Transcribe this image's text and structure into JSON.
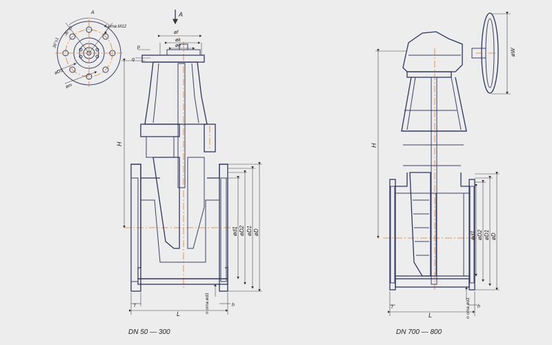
{
  "views": {
    "small": {
      "caption": "DN 50 — 300"
    },
    "large": {
      "caption": "DN 700 — 800"
    }
  },
  "labels": {
    "view_arrow": "A",
    "flange_view_letter": "A",
    "holes_note": "4 отв.М12",
    "angle1": "36°±1",
    "angle2": "36°±1",
    "od3": "øD3",
    "om": "øm",
    "of": "øf",
    "ok": "øk",
    "oe": "øe",
    "p": "p",
    "q": "q",
    "H": "H",
    "od1": "ød1",
    "od2": "øD2",
    "oD1": "øD1",
    "oD": "øD",
    "n_holes": "n отв.ød1",
    "h": "h",
    "T": "T",
    "L": "L",
    "oW": "øW"
  },
  "colors": {
    "line": "#3a3f66",
    "axis": "#e07a2a",
    "background": "#ededed"
  }
}
